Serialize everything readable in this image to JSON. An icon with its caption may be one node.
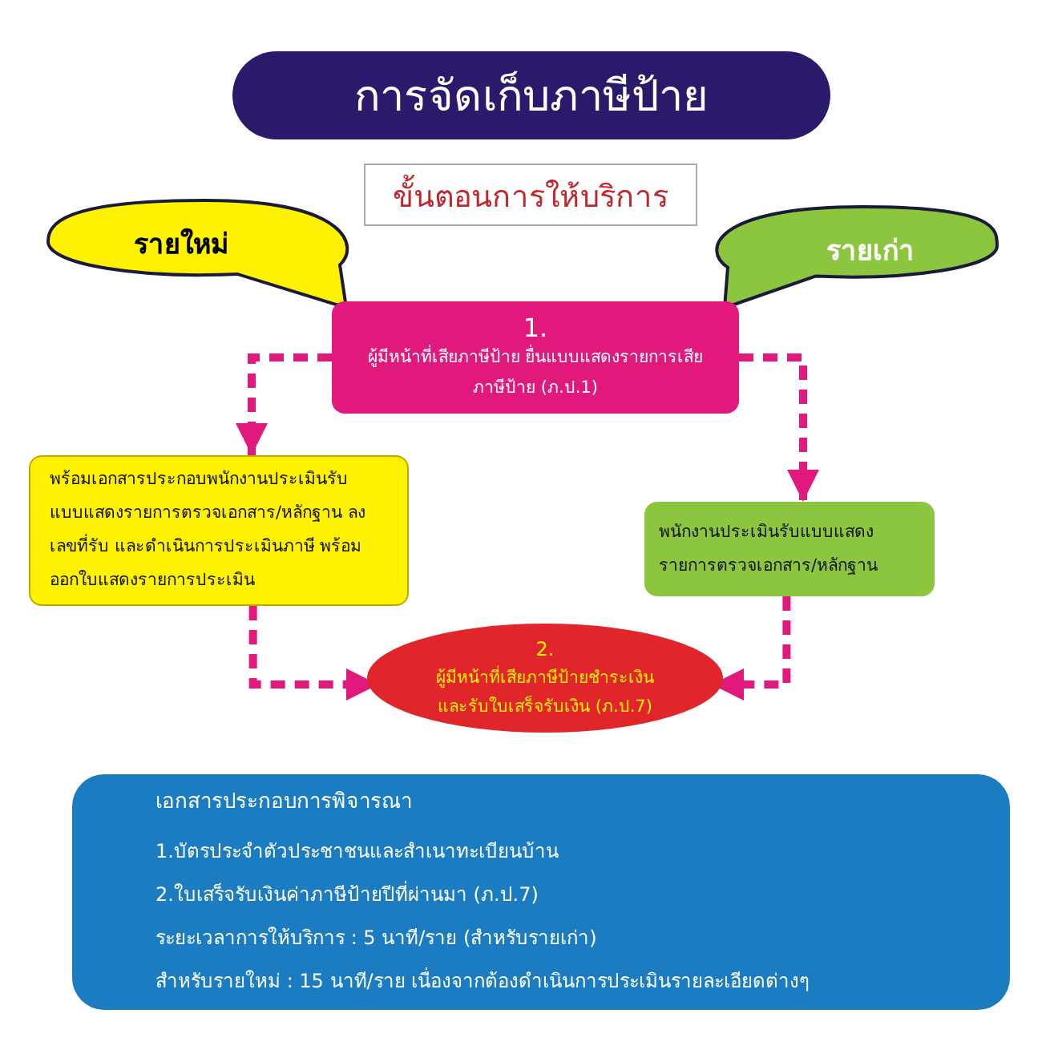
{
  "diagram": {
    "title": "การจัดเก็บภาษีป้าย",
    "nodes": [
      {
        "text": [
          "ขั้นตอนการให้บริการ"
        ]
      },
      {
        "text": [
          "รายใหม่"
        ]
      },
      {
        "text": [
          "รายเก่า"
        ]
      },
      {
        "text": [
          "1.",
          "ผู้มีหน้าที่เสียภาษีป้าย ยื่นแบบแสดงรายการเสียภาษีป้าย (ภ.ป.1)"
        ]
      },
      {
        "text": [
          "พร้อมเอกสารประกอบพนักงานประเมินรับ แบบแสดงรายการตรวจเอกสาร/หลักฐาน ลงเลขที่รับ และดำเนินการประเมินภาษี พร้อมออกใบแสดงรายการประเมิน"
        ]
      },
      {
        "text": [
          "พนักงานประเมินรับแบบแสดง รายการตรวจเอกสาร/หลักฐาน"
        ]
      },
      {
        "text": [
          "2.",
          "ผู้มีหน้าที่เสียภาษีป้ายชำระเงิน และรับใบเสร็จรับเงิน (ภ.ป.7)"
        ]
      },
      {
        "text": [
          "เอกสารประกอบการพิจารณา",
          "1.บัตรประจำตัวประชาชนและสำเนาทะเบียนบ้าน",
          "2.ใบเสร็จรับเงินค่าภาษีป้ายปีที่ผ่านมา (ภ.ป.7)",
          "ระยะเวลาการให้บริการ : 5 นาที/ราย (สำหรับรายเก่า)",
          "สำหรับรายใหม่ : 15 นาที/ราย เนื่องจากต้องดำเนินการประเมินรายละเอียดต่างๆ"
        ]
      }
    ],
    "edges": [
      {
        "from": 3,
        "to": 4,
        "arrow": "to",
        "style": "dashed"
      },
      {
        "from": 3,
        "to": 5,
        "arrow": "to",
        "style": "dashed"
      },
      {
        "from": 4,
        "to": 6,
        "arrow": "to",
        "style": "dashed"
      },
      {
        "from": 5,
        "to": 6,
        "arrow": "to",
        "style": "dashed"
      }
    ]
  }
}
